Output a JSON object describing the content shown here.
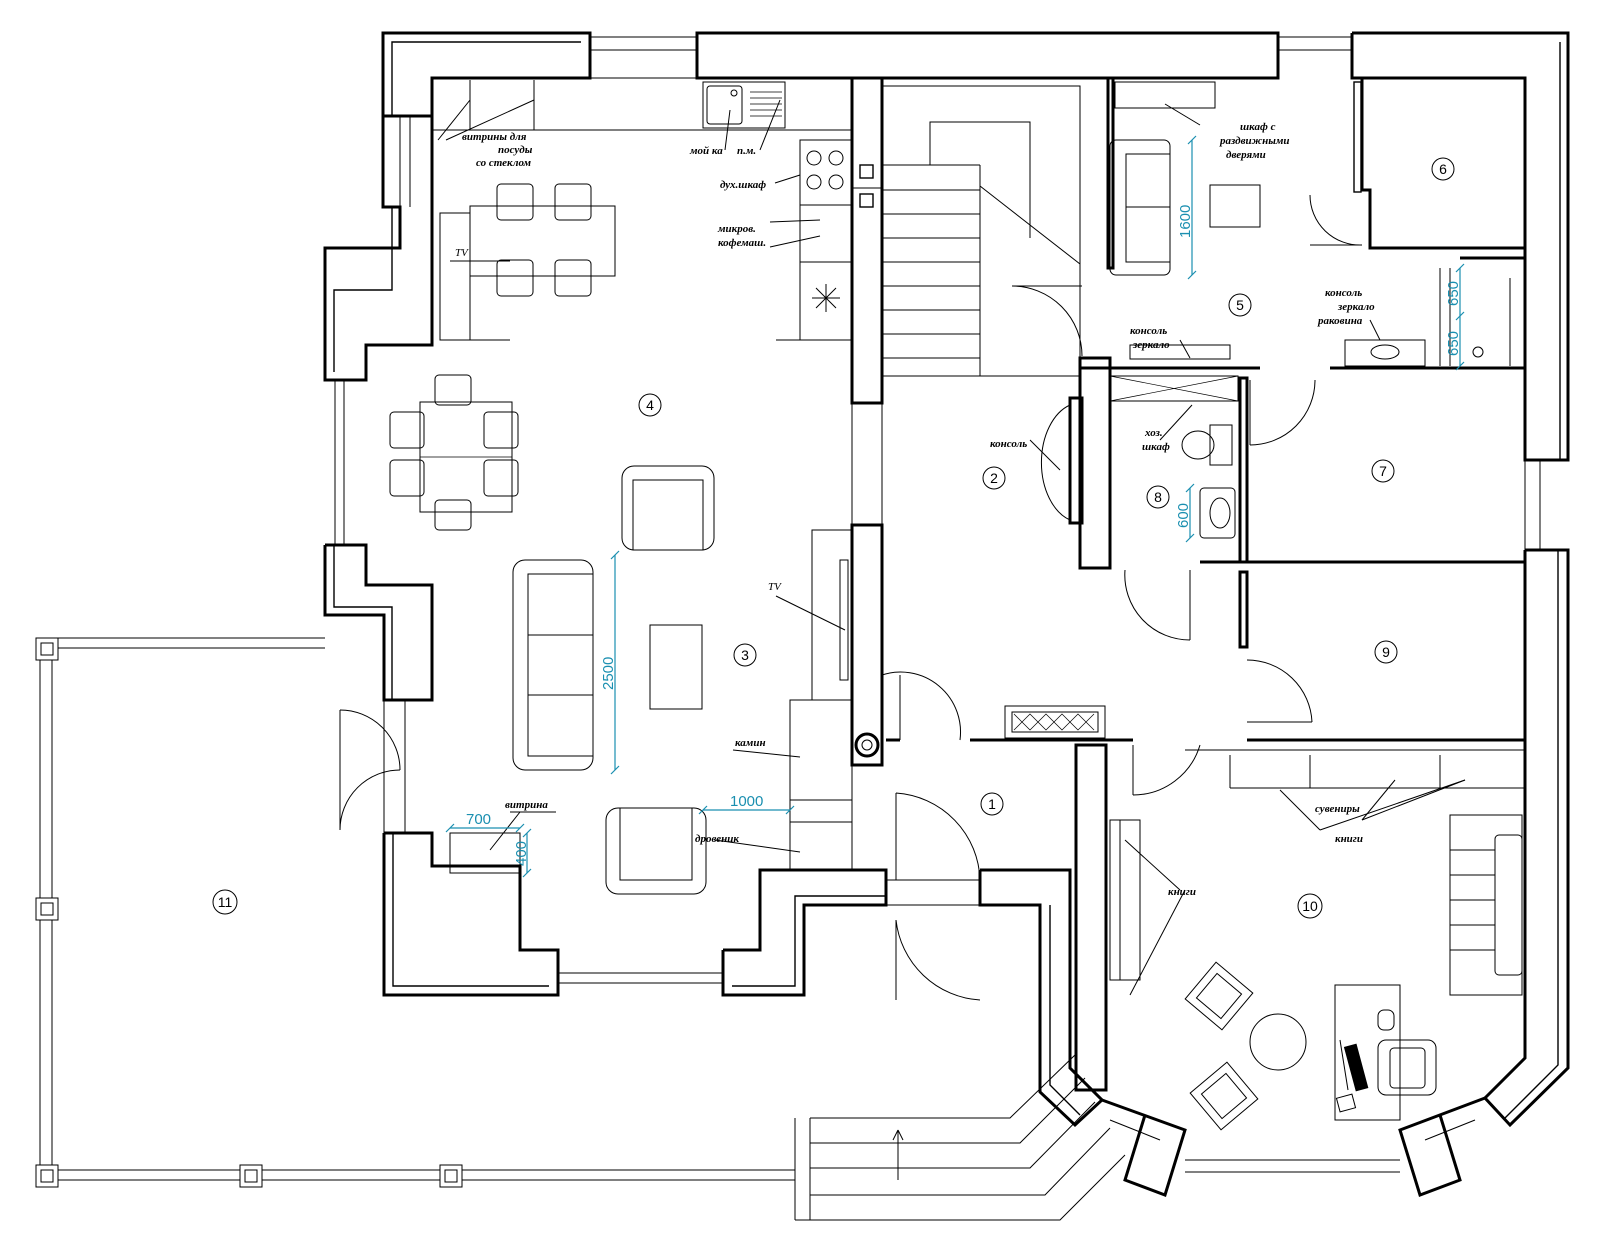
{
  "rooms": [
    "1",
    "2",
    "3",
    "4",
    "5",
    "6",
    "7",
    "8",
    "9",
    "10",
    "11"
  ],
  "labels": {
    "vitriny_line1": "витрины для",
    "vitriny_line2": "посуды",
    "vitriny_line3": "со стеклом",
    "moika": "мой ка",
    "pm": "п.м.",
    "dukh_shkaf": "дух.шкаф",
    "mikrov": "микров.",
    "kofemash": "кофемаш.",
    "tv_kitchen": "TV",
    "tv_living": "TV",
    "kamin": "камин",
    "drovenik": "дровеник",
    "vitrina": "витрина",
    "shkaf_line1": "шкаф с",
    "shkaf_line2": "раздвижными",
    "shkaf_line3": "дверями",
    "konsol_hall": "консоль",
    "konsol_zerkalo_1": "консоль",
    "konsol_zerkalo_2": "зеркало",
    "konsol_r_1": "консоль",
    "konsol_r_2": "зеркало",
    "konsol_r_3": "раковина",
    "khoz_1": "хоз.",
    "khoz_2": "шкаф",
    "suveniry": "сувениры",
    "knigi_1": "книги",
    "knigi_2": "книги"
  },
  "dimensions": {
    "sofa_length": "2500",
    "chair_gap": "1000",
    "vitrina_width": "700",
    "vitrina_depth": "400",
    "wardrobe_length": "1600",
    "basin_width": "600",
    "console_1": "650",
    "console_2": "650"
  },
  "colors": {
    "line": "#000000",
    "dimension": "#1a8fb0",
    "background": "#ffffff"
  }
}
